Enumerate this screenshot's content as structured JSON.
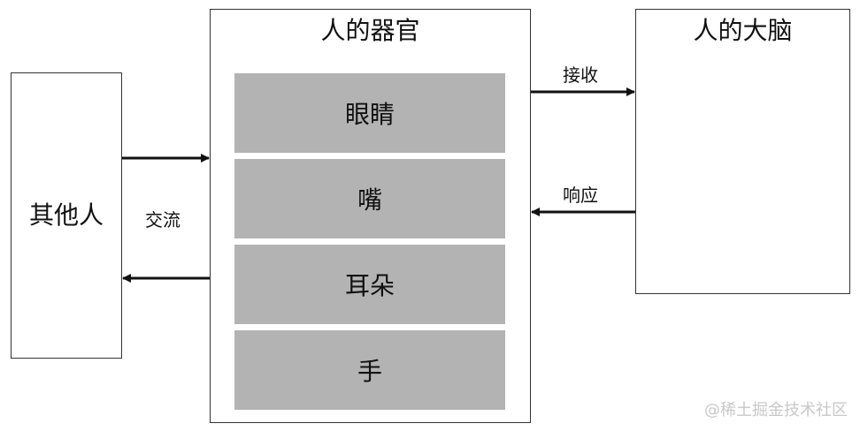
{
  "nodes": {
    "others": {
      "label": "其他人"
    },
    "organs": {
      "label": "人的器官",
      "items": [
        "眼睛",
        "嘴",
        "耳朵",
        "手"
      ]
    },
    "brain": {
      "label": "人的大脑"
    }
  },
  "edges": {
    "exchange": {
      "label": "交流"
    },
    "receive": {
      "label": "接收"
    },
    "respond": {
      "label": "响应"
    }
  },
  "watermark": "@稀土掘金技术社区",
  "colors": {
    "organ_fill": "#b3b3b3",
    "border": "#333333",
    "arrow": "#111111"
  }
}
